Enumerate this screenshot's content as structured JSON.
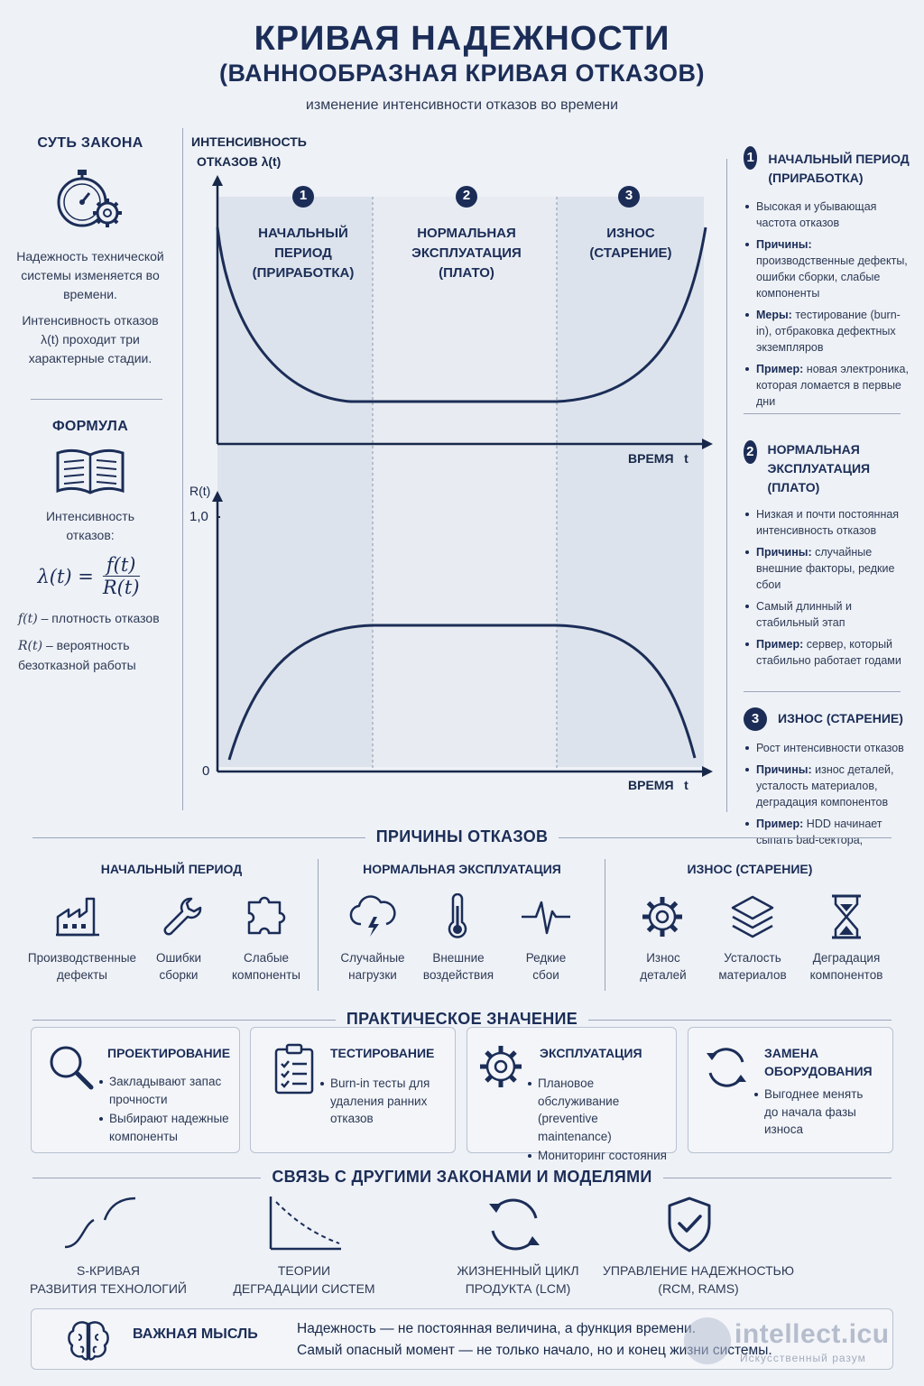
{
  "header": {
    "title": "КРИВАЯ НАДЕЖНОСТИ",
    "subtitle": "(ВАННООБРАЗНАЯ КРИВАЯ ОТКАЗОВ)",
    "tagline": "изменение интенсивности отказов во времени"
  },
  "left": {
    "essence_title": "СУТЬ ЗАКОНА",
    "essence_text1": "Надежность технической системы изменяется во времени.",
    "essence_text2": "Интенсивность отказов λ(t) проходит три характерные стадии.",
    "formula_title": "ФОРМУЛА",
    "formula_intro": "Интенсивность отказов:",
    "formula_lhs": "λ(t) =",
    "formula_num": "f(t)",
    "formula_den": "R(t)",
    "f_sym": "f(t)",
    "f_def": " – плотность отказов",
    "r_sym": "R(t)",
    "r_def": " – вероятность безотказной работы"
  },
  "top_chart": {
    "ylabel_line1": "ИНТЕНСИВНОСТЬ",
    "ylabel_line2": "ОТКАЗОВ  λ(t)",
    "xlabel": "ВРЕМЯ   t",
    "phases": [
      {
        "num": "1",
        "label": "НАЧАЛЬНЫЙ ПЕРИОД (ПРИРАБОТКА)"
      },
      {
        "num": "2",
        "label": "НОРМАЛЬНАЯ ЭКСПЛУАТАЦИЯ (ПЛАТО)"
      },
      {
        "num": "3",
        "label": "ИЗНОС (СТАРЕНИЕ)"
      }
    ]
  },
  "bottom_chart": {
    "ylabel": "R(t)",
    "y_top": "1,0",
    "y_zero": "0",
    "xlabel": "ВРЕМЯ   t"
  },
  "right": {
    "p1_num": "1",
    "p1_title": "НАЧАЛЬНЫЙ ПЕРИОД (ПРИРАБОТКА)",
    "p1_b1": "Высокая и убывающая частота отказов",
    "p1_b2k": "Причины:",
    "p1_b2": " производственные дефекты, ошибки сборки, слабые компоненты",
    "p1_b3k": "Меры:",
    "p1_b3": " тестирование (burn-in), отбраковка дефектных экземпляров",
    "p1_b4k": "Пример:",
    "p1_b4": " новая электроника, которая ломается в первые дни",
    "p2_num": "2",
    "p2_title": "НОРМАЛЬНАЯ ЭКСПЛУАТАЦИЯ (ПЛАТО)",
    "p2_b1": "Низкая и почти постоянная интенсивность отказов",
    "p2_b2k": "Причины:",
    "p2_b2": " случайные внешние факторы, редкие сбои",
    "p2_b3": "Самый длинный и стабильный этап",
    "p2_b4k": "Пример:",
    "p2_b4": " сервер, который стабильно работает годами",
    "p3_num": "3",
    "p3_title": "ИЗНОС (СТАРЕНИЕ)",
    "p3_b1": "Рост интенсивности отказов",
    "p3_b2k": "Причины:",
    "p3_b2": " износ деталей, усталость материалов, деградация компонентов",
    "p3_b3k": "Пример:",
    "p3_b3": " HDD начинает сыпать bad-сектора,"
  },
  "causes": {
    "title": "ПРИЧИНЫ ОТКАЗОВ",
    "groups": [
      {
        "title": "НАЧАЛЬНЫЙ ПЕРИОД",
        "items": [
          "Производственные дефекты",
          "Ошибки сборки",
          "Слабые компоненты"
        ]
      },
      {
        "title": "НОРМАЛЬНАЯ ЭКСПЛУАТАЦИЯ",
        "items": [
          "Случайные нагрузки",
          "Внешние воздействия",
          "Редкие сбои"
        ]
      },
      {
        "title": "ИЗНОС (СТАРЕНИЕ)",
        "items": [
          "Износ деталей",
          "Усталость материалов",
          "Деградация компонентов"
        ]
      }
    ]
  },
  "practical": {
    "title": "ПРАКТИЧЕСКОЕ ЗНАЧЕНИЕ",
    "cards": [
      {
        "title": "ПРОЕКТИРОВАНИЕ",
        "b1": "Закладывают запас прочности",
        "b2": "Выбирают надежные компоненты"
      },
      {
        "title": "ТЕСТИРОВАНИЕ",
        "b1": "Burn-in тесты для удаления ранних отказов"
      },
      {
        "title": "ЭКСПЛУАТАЦИЯ",
        "b1": "Плановое обслуживание (preventive maintenance)",
        "b2": "Мониторинг состояния"
      },
      {
        "title": "ЗАМЕНА ОБОРУДОВАНИЯ",
        "b1": "Выгоднее менять до начала фазы износа"
      }
    ]
  },
  "relations": {
    "title": "СВЯЗЬ С ДРУГИМИ ЗАКОНАМИ И МОДЕЛЯМИ",
    "items": [
      {
        "l1": "S-КРИВАЯ",
        "l2": "РАЗВИТИЯ ТЕХНОЛОГИЙ"
      },
      {
        "l1": "ТЕОРИИ",
        "l2": "ДЕГРАДАЦИИ СИСТЕМ"
      },
      {
        "l1": "ЖИЗНЕННЫЙ ЦИКЛ",
        "l2": "ПРОДУКТА (LCM)"
      },
      {
        "l1": "УПРАВЛЕНИЕ НАДЕЖНОСТЬЮ",
        "l2": "(RCM, RAMS)"
      }
    ]
  },
  "key": {
    "title": "ВАЖНАЯ МЫСЛЬ",
    "line1": "Надежность — не постоянная величина, а функция времени.",
    "line2": "Самый опасный момент — не только начало, но и конец жизни системы."
  },
  "watermark": {
    "brand": "intellect.icu",
    "tag": "Искусственный разум"
  },
  "colors": {
    "navy": "#1b2d57",
    "shade": "#dde3ec",
    "bg": "#eef1f6"
  }
}
